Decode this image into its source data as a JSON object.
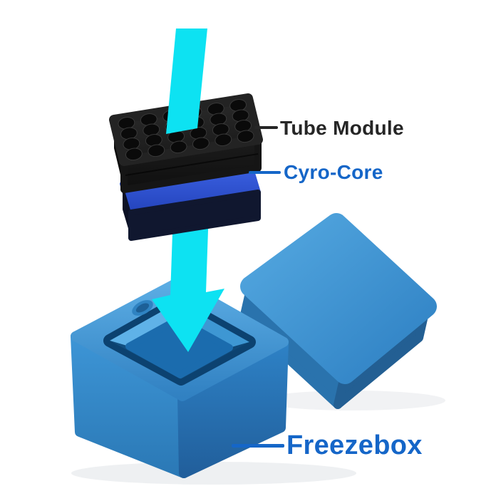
{
  "diagram": {
    "labels": {
      "tube_module": "Tube Module",
      "cyro_core": "Cyro-Core",
      "freezebox": "Freezebox"
    },
    "colors": {
      "background": "#ffffff",
      "arrow_cyan": "#0de2f2",
      "tube_module_body": "#1d1d1d",
      "tube_hole": "#0a0a0a",
      "cyro_core_top_blue": "#3c62e4",
      "cyro_core_body_navy": "#10172f",
      "freezebox_blue": "#3b92d3",
      "freezebox_cavity": "#0c4270",
      "label_black": "#262626",
      "label_blue": "#1566c8"
    }
  }
}
